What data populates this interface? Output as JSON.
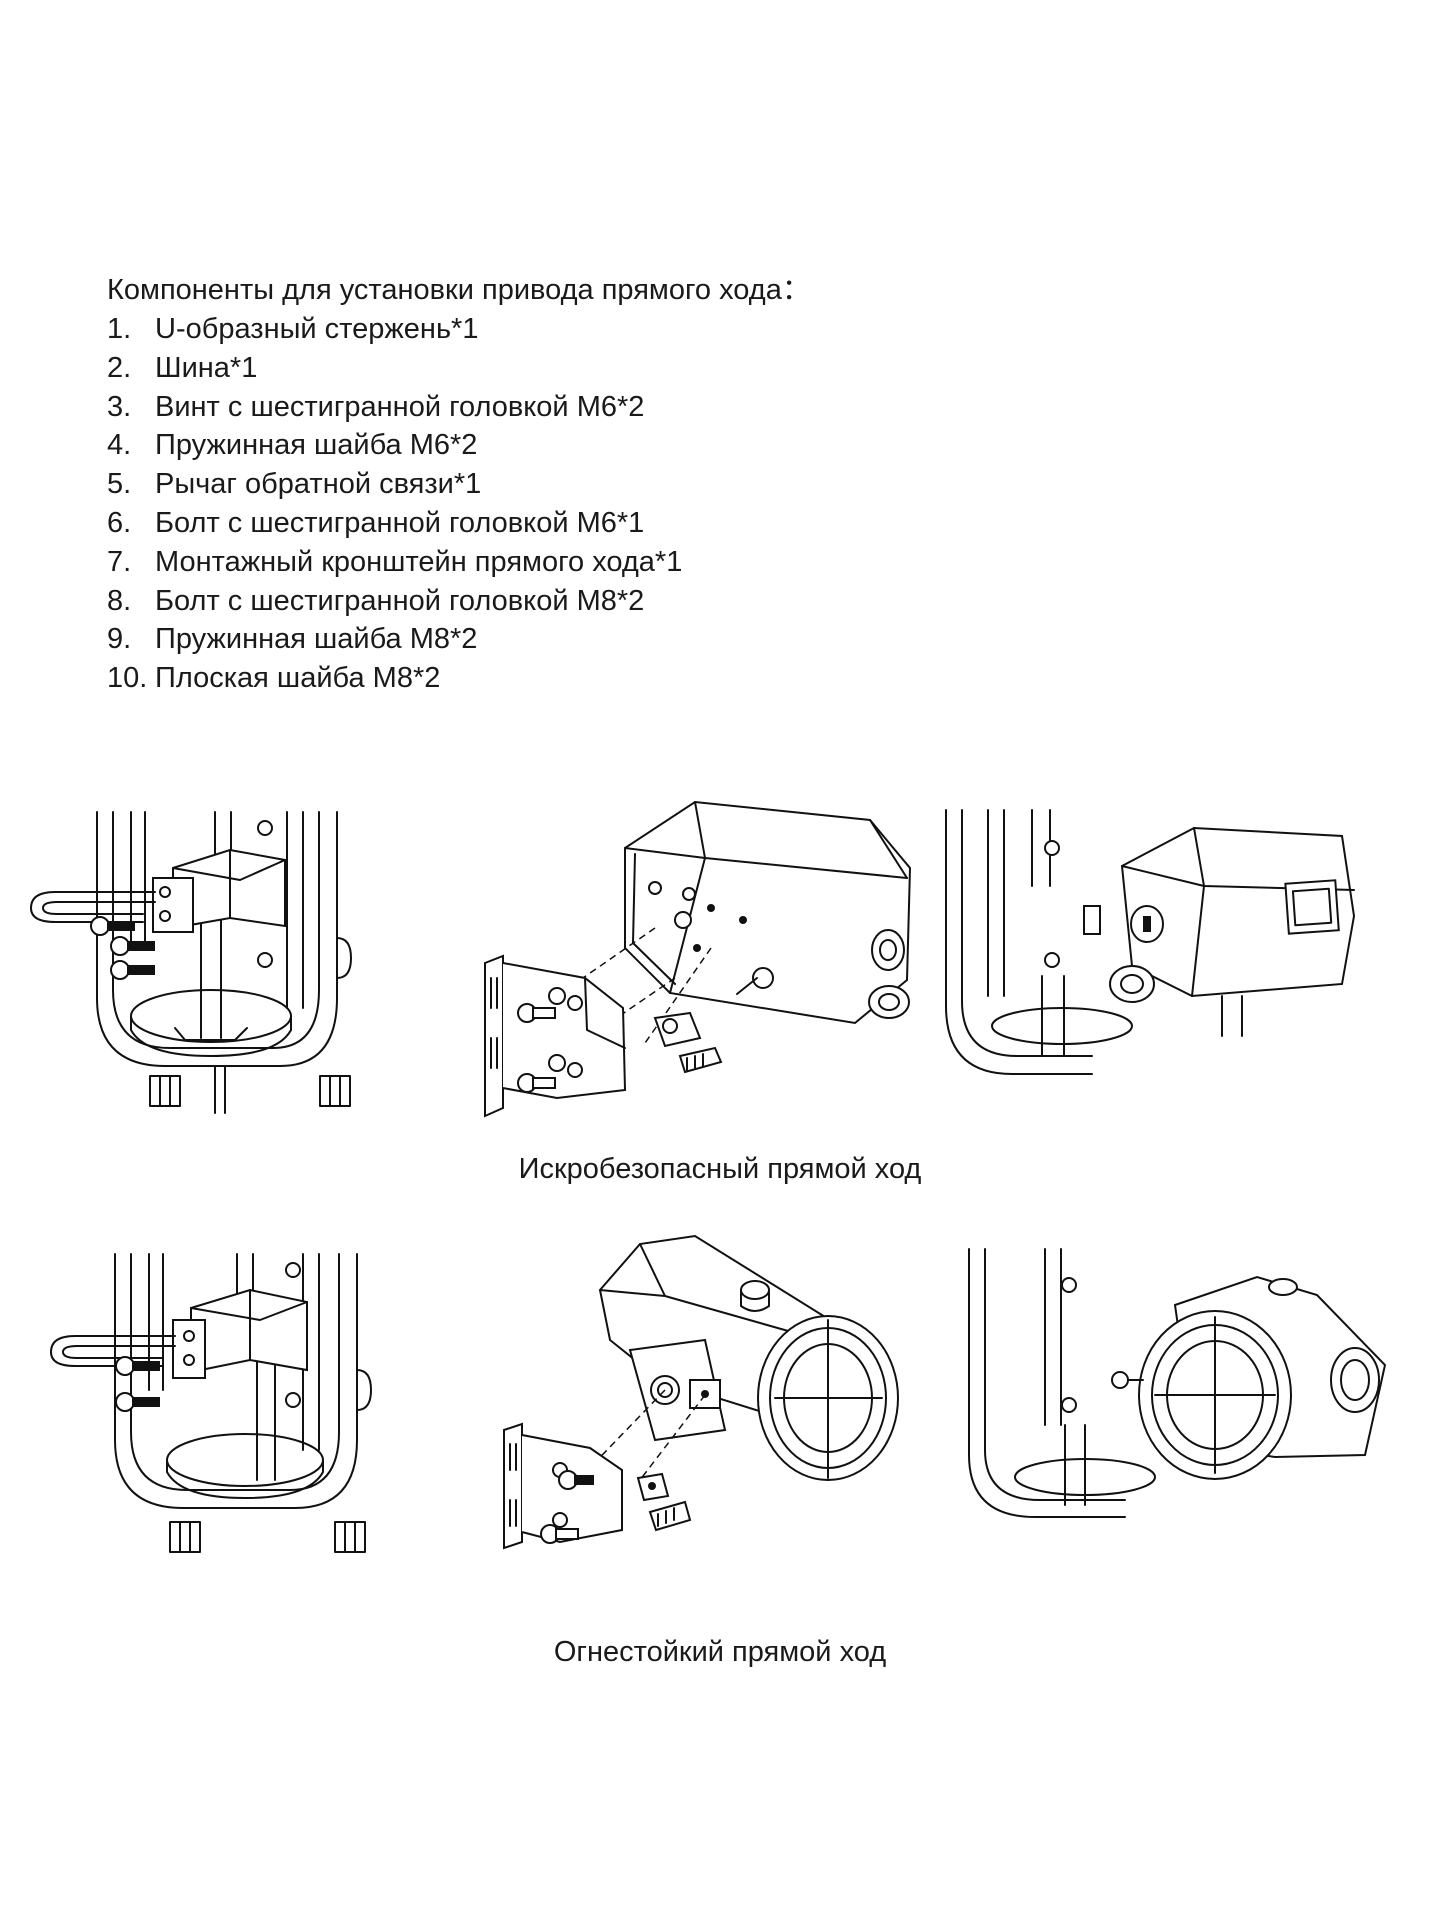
{
  "heading": "Компоненты для установки привода прямого хода：",
  "items": [
    {
      "num": "1.",
      "text": "U-образный стержень*1"
    },
    {
      "num": "2.",
      "text": "Шина*1"
    },
    {
      "num": "3.",
      "text": "Винт с шестигранной головкой М6*2"
    },
    {
      "num": "4.",
      "text": "Пружинная шайба М6*2"
    },
    {
      "num": "5.",
      "text": "Рычаг обратной связи*1"
    },
    {
      "num": "6.",
      "text": "Болт с шестигранной головкой М6*1"
    },
    {
      "num": "7.",
      "text": "Монтажный кронштейн прямого хода*1"
    },
    {
      "num": "8.",
      "text": "Болт с шестигранной головкой М8*2"
    },
    {
      "num": "9.",
      "text": "Пружинная шайба М8*2"
    },
    {
      "num": "10.",
      "text": "Плоская шайба М8*2"
    }
  ],
  "captions": {
    "intrinsically_safe": "Искробезопасный прямой ход",
    "flameproof": "Огнестойкий прямой ход"
  }
}
